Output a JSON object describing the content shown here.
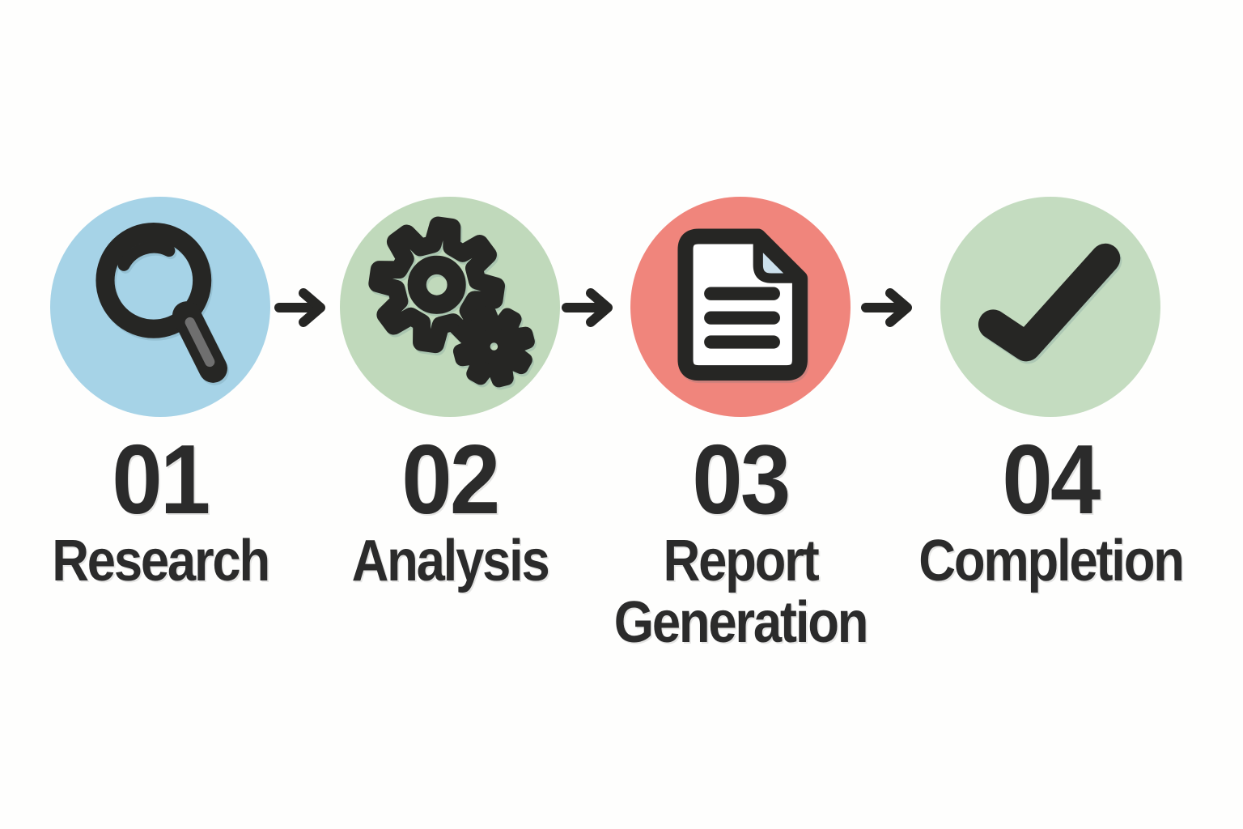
{
  "diagram": {
    "steps": [
      {
        "number": "01",
        "label": "Research",
        "icon": "magnifier-icon",
        "circle_color": "#a6d3e7"
      },
      {
        "number": "02",
        "label": "Analysis",
        "icon": "gears-icon",
        "circle_color": "#c0d9bb"
      },
      {
        "number": "03",
        "label": "Report Generation",
        "icon": "document-icon",
        "circle_color": "#f0857c"
      },
      {
        "number": "04",
        "label": "Completion",
        "icon": "checkmark-icon",
        "circle_color": "#c4dcc0"
      }
    ],
    "colors": {
      "ink": "#262624",
      "text": "#2b2b2b",
      "magnifier_handle_gray": "#6f6f6f",
      "document_page": "#ffffff",
      "document_fold_blue": "#cce0ec",
      "background": "#fefefd"
    }
  }
}
